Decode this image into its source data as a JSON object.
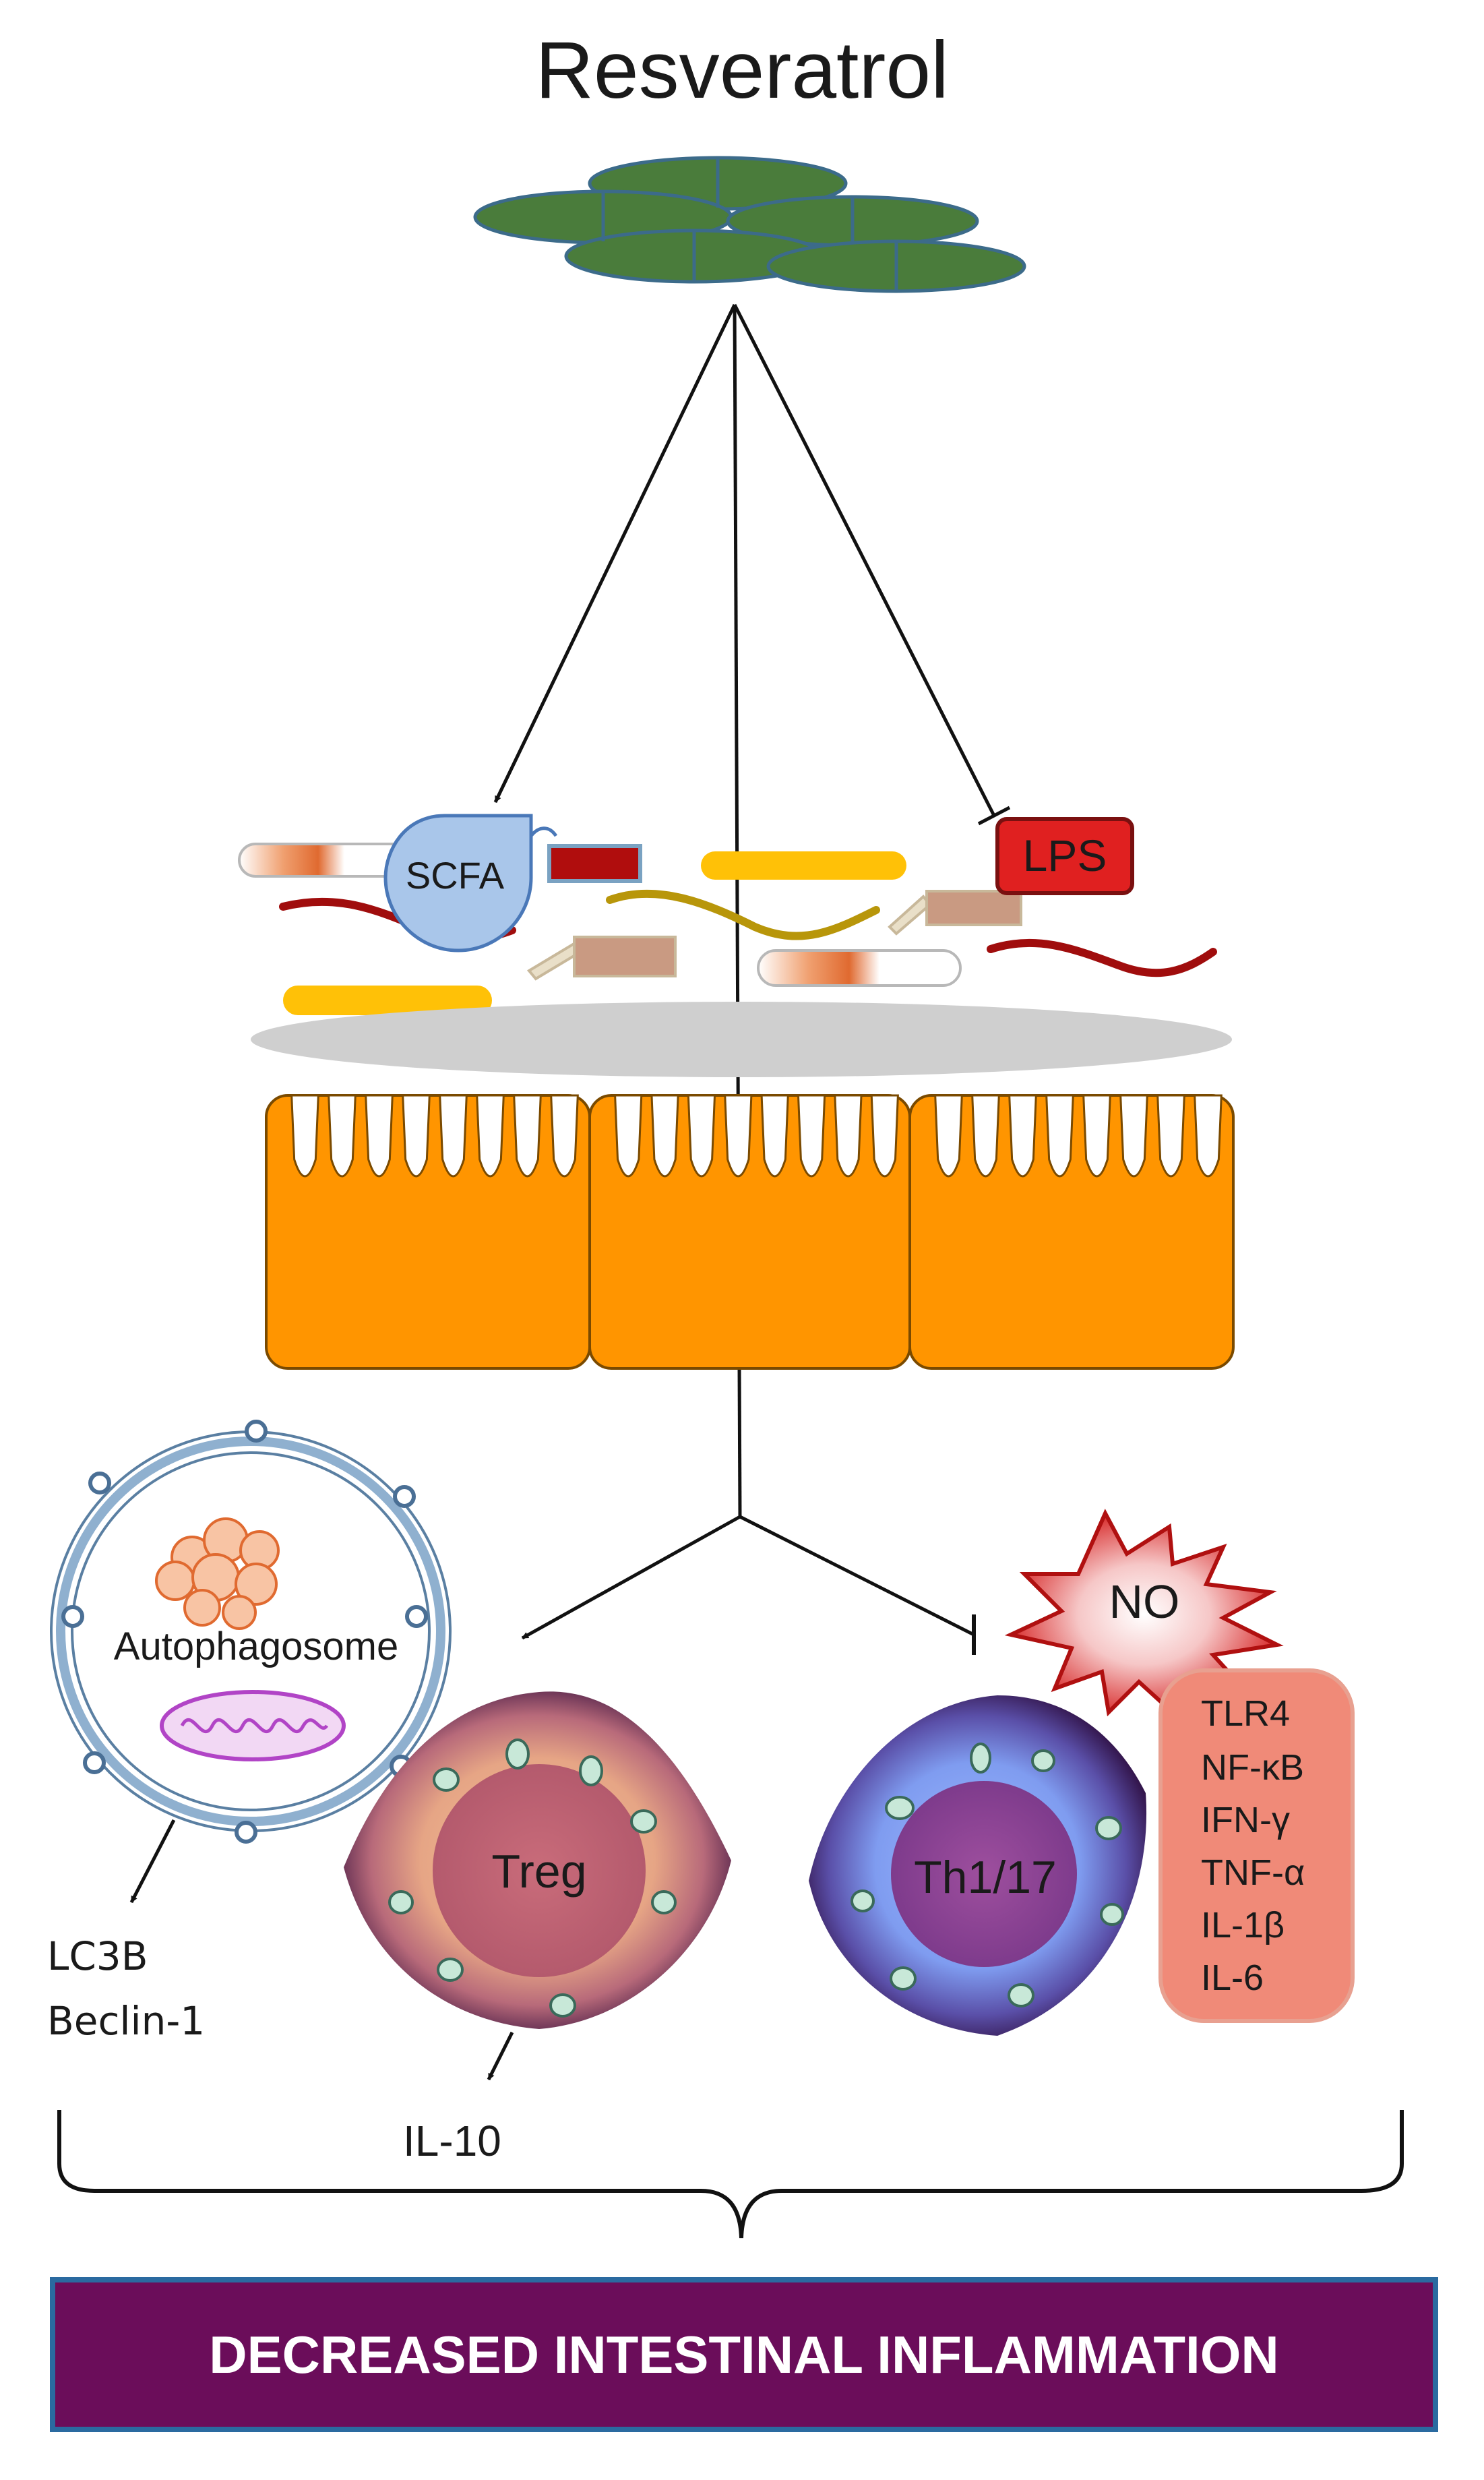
{
  "title": "Resveratrol",
  "lumen": {
    "scfa_label": "SCFA",
    "lps_label": "LPS"
  },
  "autophagy": {
    "label": "Autophagosome",
    "markers": [
      "LC3B",
      "Beclin-1"
    ]
  },
  "treg": {
    "label": "Treg",
    "cytokine": "IL-10"
  },
  "th": {
    "label": "Th1/17",
    "no_label": "NO",
    "markers": [
      "TLR4",
      "NF-κB",
      "IFN-γ",
      "TNF-α",
      "IL-1β",
      "IL-6"
    ]
  },
  "outcome": {
    "label": "DECREASED INTESTINAL INFLAMMATION"
  },
  "colors": {
    "leaf_green": "#4a7c3b",
    "epithelium_orange": "#ff9500",
    "mucus_gray": "#cfcfcf",
    "lps_red": "#e02020",
    "outcome_purple": "#6b0d5a",
    "marker_box": "#f08a78",
    "scfa_blue": "#a9c6ea"
  }
}
